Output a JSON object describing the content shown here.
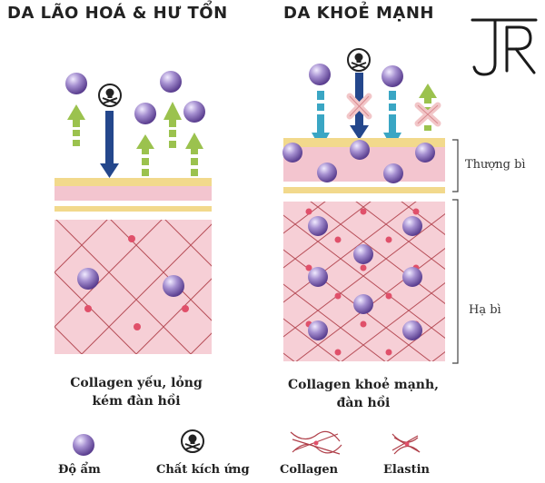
{
  "left_panel": {
    "title": "DA LÃO HOÁ & HƯ TỔN",
    "caption_line1": "Collagen yếu, lỏng",
    "caption_line2": "kém đàn hồi"
  },
  "right_panel": {
    "title": "DA KHOẺ MẠNH",
    "caption_line1": "Collagen khoẻ mạnh,",
    "caption_line2": "đàn hồi"
  },
  "layers": {
    "epidermis": "Thượng bì",
    "dermis": "Hạ bì"
  },
  "legend": {
    "moisture": "Độ ẩm",
    "irritant": "Chất kích ứng",
    "collagen": "Collagen",
    "elastin": "Elastin"
  },
  "colors": {
    "sphere": "#9b84c4",
    "arrow_green": "#9bc24e",
    "arrow_navy": "#24478c",
    "arrow_teal": "#3aa6c4",
    "dermis_fill": "#f6cfd6",
    "fiber": "#b0404a",
    "node": "#e0506a",
    "epidermis_band": "#f3c5cf",
    "yellow_band": "#f2d98c"
  }
}
